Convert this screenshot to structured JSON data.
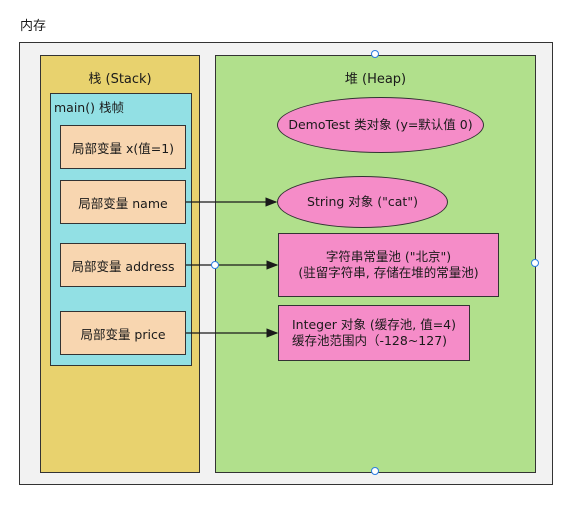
{
  "title": "内存",
  "stack": {
    "title": "栈 (Stack)",
    "frame_title": "main() 栈帧",
    "vars": [
      "局部变量 x(值=1)",
      "局部变量 name",
      "局部变量 address",
      "局部变量 price"
    ]
  },
  "heap": {
    "title": "堆 (Heap)",
    "class_object": "DemoTest 类对象 (y=默认值 0)",
    "string_object": "String 对象 (\"cat\")",
    "pool_line1": "字符串常量池 (\"北京\")",
    "pool_line2": "(驻留字符串, 存储在堆的常量池)",
    "integer_line1": "Integer 对象 (缓存池, 值=4)",
    "integer_line2": "缓存池范围内（-128~127)"
  },
  "colors": {
    "memory_bg": "#f2f2f2",
    "stack_bg": "#e8d26e",
    "heap_bg": "#b1e08c",
    "frame_bg": "#92e0e4",
    "var_bg": "#f8d6b0",
    "object_bg": "#f58cc8",
    "handle": "#2a7de1"
  }
}
